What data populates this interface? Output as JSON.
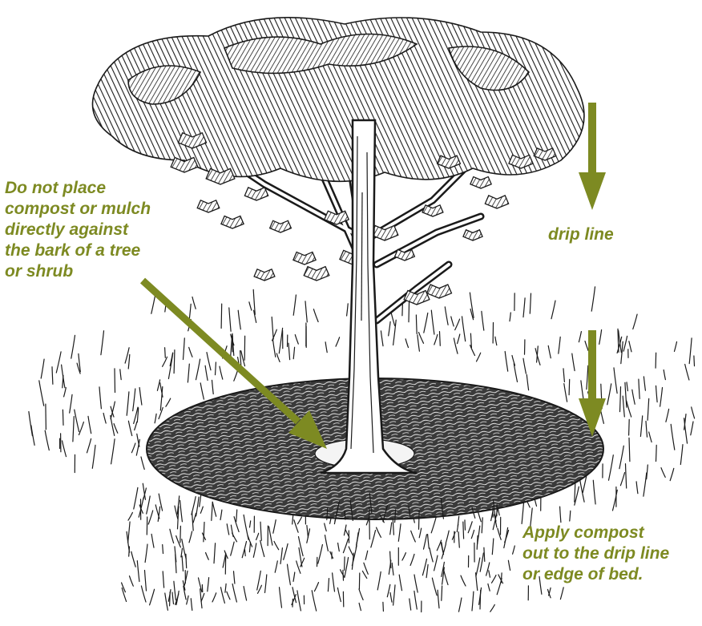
{
  "annotations": {
    "mulch_warning": {
      "lines": [
        "Do not place",
        "compost or mulch",
        "directly against",
        "the bark of a tree",
        "or shrub"
      ]
    },
    "drip_line": {
      "text": "drip line"
    },
    "apply_compost": {
      "lines": [
        "Apply compost",
        "out to the drip line",
        "or edge of bed."
      ]
    }
  },
  "colors": {
    "annotation": "#7d8a22",
    "ink": "#1a1a1a",
    "mulch": "#2e2e2e"
  },
  "illustration": {
    "subject": "tree with mulch ring",
    "icons": [
      "tree-icon",
      "mulch-ring-icon",
      "grass-icon",
      "arrow-icon"
    ]
  }
}
